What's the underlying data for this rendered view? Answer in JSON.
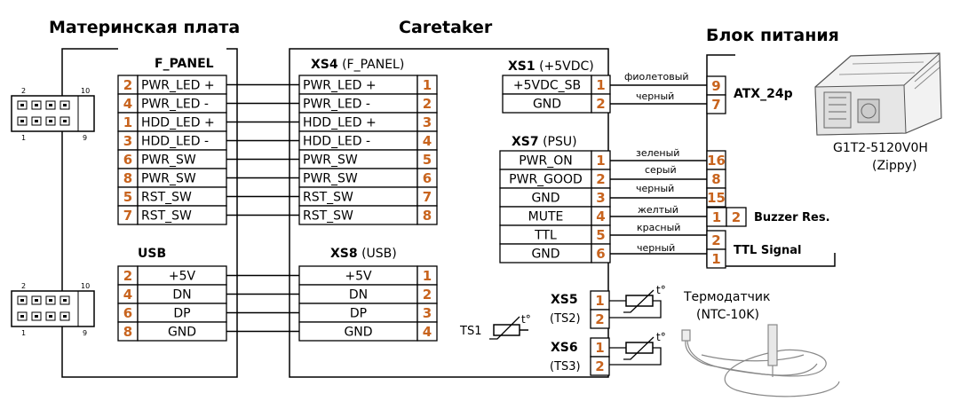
{
  "headers": {
    "motherboard": "Материнская плата",
    "caretaker": "Caretaker",
    "psu": "Блок питания"
  },
  "colors": {
    "pin_number": "#c8641e",
    "line": "#000000",
    "background": "#ffffff"
  },
  "header_pin_labels": {
    "top_left": "2",
    "top_right": "10",
    "bottom_left": "1",
    "bottom_right": "9"
  },
  "f_panel": {
    "title": "F_PANEL",
    "rows": [
      {
        "num": "2",
        "label": "PWR_LED +"
      },
      {
        "num": "4",
        "label": "PWR_LED -"
      },
      {
        "num": "1",
        "label": "HDD_LED +"
      },
      {
        "num": "3",
        "label": "HDD_LED -"
      },
      {
        "num": "6",
        "label": "PWR_SW"
      },
      {
        "num": "8",
        "label": "PWR_SW"
      },
      {
        "num": "5",
        "label": "RST_SW"
      },
      {
        "num": "7",
        "label": "RST_SW"
      }
    ]
  },
  "usb": {
    "title": "USB",
    "rows": [
      {
        "num": "2",
        "label": "+5V"
      },
      {
        "num": "4",
        "label": "DN"
      },
      {
        "num": "6",
        "label": "DP"
      },
      {
        "num": "8",
        "label": "GND"
      }
    ]
  },
  "xs4": {
    "title_bold": "XS4",
    "title_rest": "(F_PANEL)",
    "rows": [
      {
        "label": "PWR_LED +",
        "num": "1"
      },
      {
        "label": "PWR_LED -",
        "num": "2"
      },
      {
        "label": "HDD_LED +",
        "num": "3"
      },
      {
        "label": "HDD_LED -",
        "num": "4"
      },
      {
        "label": "PWR_SW",
        "num": "5"
      },
      {
        "label": "PWR_SW",
        "num": "6"
      },
      {
        "label": "RST_SW",
        "num": "7"
      },
      {
        "label": "RST_SW",
        "num": "8"
      }
    ]
  },
  "xs8": {
    "title_bold": "XS8",
    "title_rest": "(USB)",
    "rows": [
      {
        "label": "+5V",
        "num": "1"
      },
      {
        "label": "DN",
        "num": "2"
      },
      {
        "label": "DP",
        "num": "3"
      },
      {
        "label": "GND",
        "num": "4"
      }
    ]
  },
  "xs1": {
    "title_bold": "XS1",
    "title_rest": "(+5VDC)",
    "rows": [
      {
        "label": "+5VDC_SB",
        "num": "1"
      },
      {
        "label": "GND",
        "num": "2"
      }
    ]
  },
  "xs7": {
    "title_bold": "XS7",
    "title_rest": "(PSU)",
    "rows": [
      {
        "label": "PWR_ON",
        "num": "1"
      },
      {
        "label": "PWR_GOOD",
        "num": "2"
      },
      {
        "label": "GND",
        "num": "3"
      },
      {
        "label": "MUTE",
        "num": "4"
      },
      {
        "label": "TTL",
        "num": "5"
      },
      {
        "label": "GND",
        "num": "6"
      }
    ]
  },
  "xs5": {
    "title": "XS5",
    "sub": "(TS2)",
    "pins": [
      "1",
      "2"
    ]
  },
  "xs6": {
    "title": "XS6",
    "sub": "(TS3)",
    "pins": [
      "1",
      "2"
    ]
  },
  "ts1": {
    "label": "TS1",
    "symbol": "t°"
  },
  "thermistor_symbol": "t°",
  "wires": {
    "w1": "фиолетовый",
    "w2": "черный",
    "w3": "зеленый",
    "w4": "серый",
    "w5": "черный",
    "w6": "желтый",
    "w7": "красный",
    "w8": "черный"
  },
  "atx": {
    "label": "ATX_24p",
    "pins_top": [
      "9",
      "7"
    ],
    "pins_mid": [
      "16",
      "8",
      "15"
    ]
  },
  "buzzer": {
    "pins": [
      "1",
      "2"
    ],
    "label": "Buzzer Res."
  },
  "ttl_signal": {
    "pins": [
      "2",
      "1"
    ],
    "label": "TTL Signal"
  },
  "psu_model": {
    "line1": "G1T2-5120V0H",
    "line2": "(Zippy)"
  },
  "sensor": {
    "line1": "Термодатчик",
    "line2": "(NTC-10K)"
  }
}
